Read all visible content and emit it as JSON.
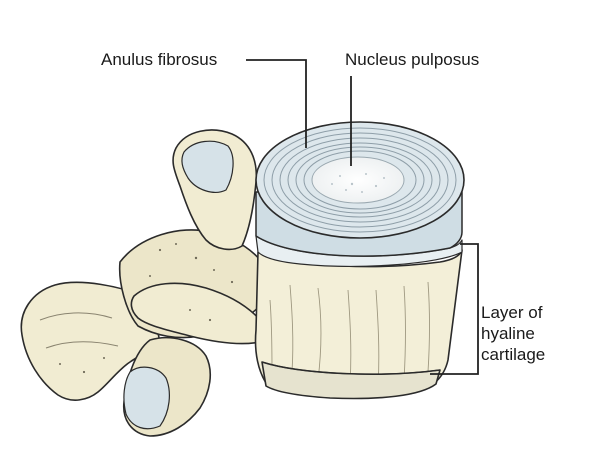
{
  "labels": {
    "anulus_fibrosus": "Anulus fibrosus",
    "nucleus_pulposus": "Nucleus pulposus",
    "layer_line1": "Layer of",
    "layer_line2": "hyaline",
    "layer_line3": "cartilage"
  },
  "colors": {
    "bone": "#f1ecd2",
    "bone_shadow": "#dcd4b2",
    "disc": "#d6e2e8",
    "disc_rings": "#8e9ea8",
    "cartilage": "#e4edf1",
    "outline": "#2b2b2b",
    "leader": "#222222"
  }
}
